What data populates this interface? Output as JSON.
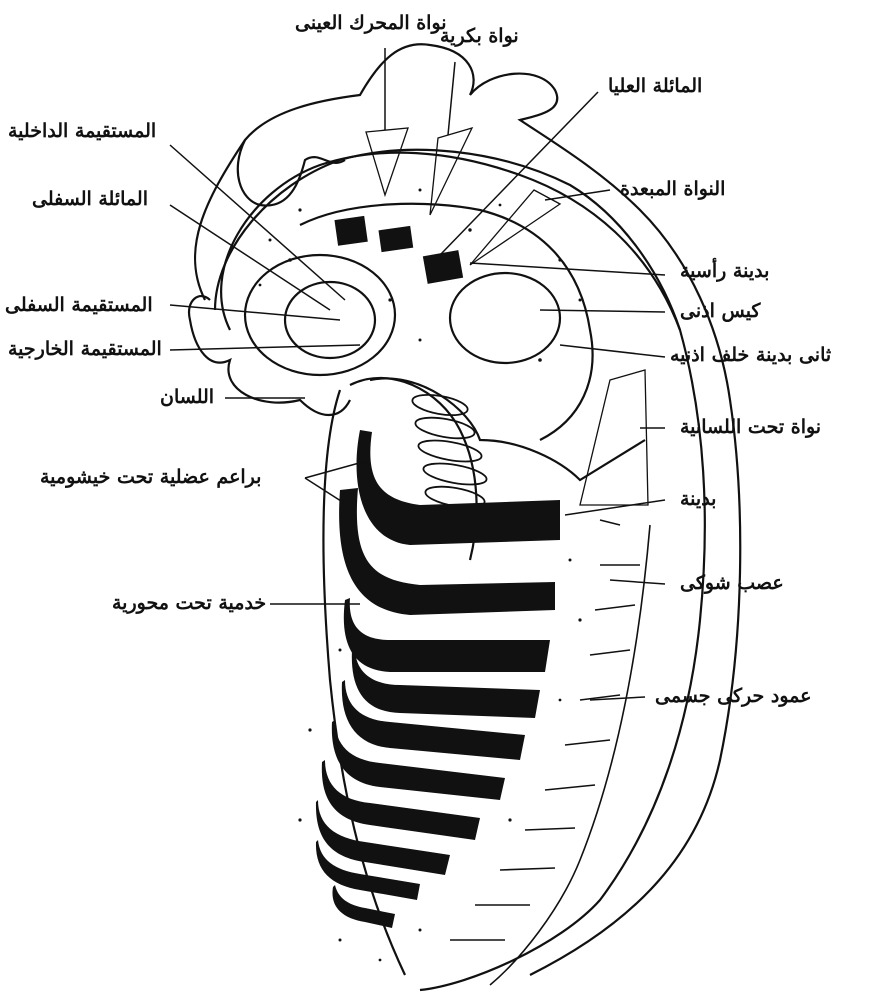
{
  "labels": {
    "oculomotor_nucleus": "نواة المحرك العينى",
    "trochlear_nucleus": "نواة بكرية",
    "superior_oblique": "المائلة العليا",
    "inner_rectus": "المستقيمة الداخلية",
    "abducens_nucleus": "النواة المبعدة",
    "inferior_oblique": "المائلة السفلى",
    "head_cavity": "بدينة رأسية",
    "inferior_rectus": "المستقيمة السفلى",
    "otic_sac": "كيس اذنى",
    "outer_rectus": "المستقيمة الخارجية",
    "postotic_second": "ثانى بدينة خلف اذنيه",
    "tongue": "اللسان",
    "hypoglossal_nucleus": "نواة تحت اللسانية",
    "hypobranchial_buds": "براعم عضلية تحت خيشومية",
    "somite": "بدينة",
    "spinal_nerve": "عصب شوكى",
    "hypoaxial_mesoderm": "خدمية تحت محورية",
    "somatic_motor_column": "عمود حركى جسمى"
  },
  "colors": {
    "ink": "#111111",
    "paper": "#ffffff"
  }
}
